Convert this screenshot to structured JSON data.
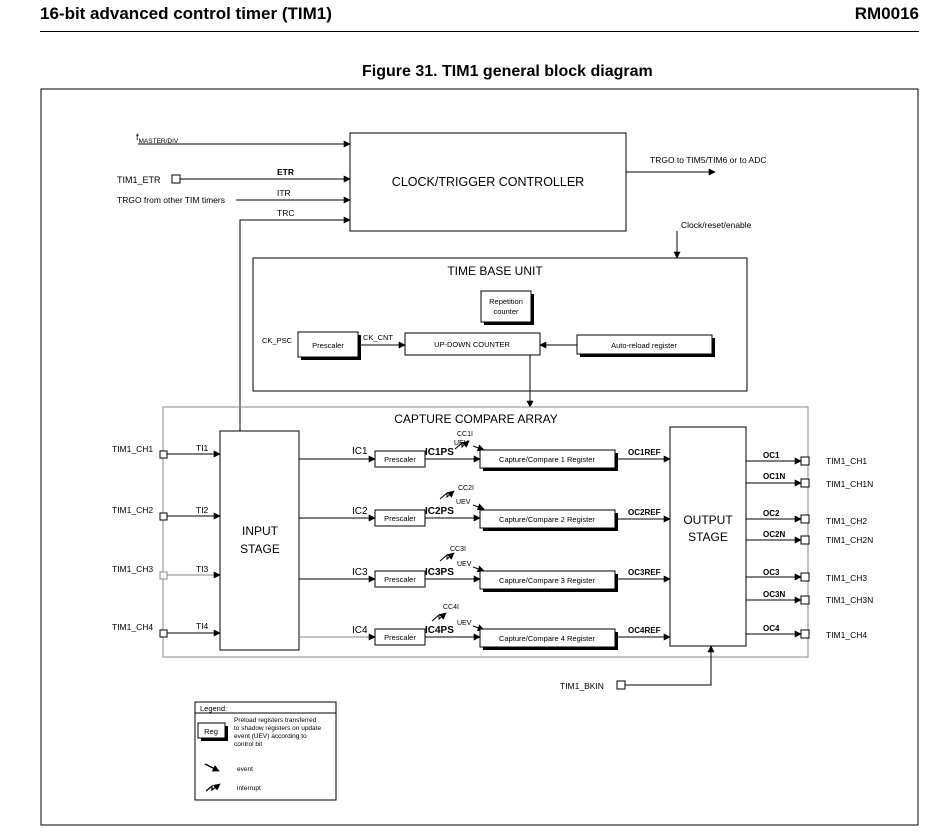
{
  "header": {
    "title": "16-bit advanced control timer (TIM1)",
    "doc_id": "RM0016"
  },
  "figure": {
    "title": "Figure 31. TIM1 general block diagram"
  },
  "clock": {
    "block": "CLOCK/TRIGGER CONTROLLER",
    "f_master_main": "f",
    "f_master_sub": "MASTER/DIV",
    "etr_pin": "TIM1_ETR",
    "etr": "ETR",
    "trgo_in": "TRGO from other TIM timers",
    "itr": "ITR",
    "trc": "TRC",
    "trgo_out": "TRGO to TIM5/TIM6 or to ADC",
    "cre": "Clock/reset/enable"
  },
  "timebase": {
    "title": "TIME BASE UNIT",
    "repetition": [
      "Repetition",
      "counter"
    ],
    "ck_psc": "CK_PSC",
    "prescaler": "Prescaler",
    "ck_cnt": "CK_CNT",
    "counter": "UP-DOWN COUNTER",
    "autoreload": "Auto-reload register"
  },
  "cca": {
    "title": "CAPTURE COMPARE ARRAY",
    "input_stage": [
      "INPUT",
      "STAGE"
    ],
    "output_stage": [
      "OUTPUT",
      "STAGE"
    ],
    "channels": [
      {
        "pin": "TIM1_CH1",
        "ti": "TI1",
        "ic": "IC1",
        "icps": "IC1PS",
        "cci": "CC1I",
        "uev": "UEV",
        "prescaler": "Prescaler",
        "register": "Capture/Compare 1 Register",
        "ocref": "OC1REF",
        "oc": "OC1",
        "ocn": "OC1N",
        "out": "TIM1_CH1",
        "outn": "TIM1_CH1N"
      },
      {
        "pin": "TIM1_CH2",
        "ti": "TI2",
        "ic": "IC2",
        "icps": "IC2PS",
        "cci": "CC2I",
        "uev": "UEV",
        "prescaler": "Prescaler",
        "register": "Capture/Compare 2 Register",
        "ocref": "OC2REF",
        "oc": "OC2",
        "ocn": "OC2N",
        "out": "TIM1_CH2",
        "outn": "TIM1_CH2N"
      },
      {
        "pin": "TIM1_CH3",
        "ti": "TI3",
        "ic": "IC3",
        "icps": "IC3PS",
        "cci": "CC3I",
        "uev": "UEV",
        "prescaler": "Prescaler",
        "register": "Capture/Compare 3 Register",
        "ocref": "OC3REF",
        "oc": "OC3",
        "ocn": "OC3N",
        "out": "TIM1_CH3",
        "outn": "TIM1_CH3N"
      },
      {
        "pin": "TIM1_CH4",
        "ti": "TI4",
        "ic": "IC4",
        "icps": "IC4PS",
        "cci": "CC4I",
        "uev": "UEV",
        "prescaler": "Prescaler",
        "register": "Capture/Compare 4 Register",
        "ocref": "OC4REF",
        "oc": "OC4",
        "out": "TIM1_CH4"
      }
    ],
    "bkin": "TIM1_BKIN"
  },
  "legend": {
    "title": "Legend:",
    "reg": "Reg",
    "reg_desc": [
      "Preload registers transferred",
      "to shadow registers on update",
      "event (UEV) according to",
      "control bit"
    ],
    "event": "event",
    "interrupt": "interrupt"
  }
}
